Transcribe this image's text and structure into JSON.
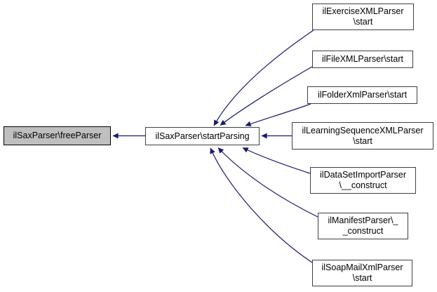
{
  "diagram": {
    "type": "caller-graph",
    "background_color": "#ffffff",
    "edge_color": "#191970",
    "current_node_fill": "#bfbfbf",
    "node_fill": "#ffffff",
    "nodes": [
      {
        "id": "freeParser",
        "label": "ilSaxParser\\freeParser",
        "current": true
      },
      {
        "id": "startParsing",
        "label": "ilSaxParser\\startParsing",
        "current": false
      },
      {
        "id": "exercise",
        "label": "ilExerciseXMLParser\n\\start",
        "current": false
      },
      {
        "id": "file",
        "label": "ilFileXMLParser\\start",
        "current": false
      },
      {
        "id": "folder",
        "label": "ilFolderXmlParser\\start",
        "current": false
      },
      {
        "id": "learningsequence",
        "label": "ilLearningSequenceXMLParser\n\\start",
        "current": false
      },
      {
        "id": "dataset",
        "label": "ilDataSetImportParser\n\\__construct",
        "current": false
      },
      {
        "id": "manifest",
        "label": "ilManifestParser\\_\n_construct",
        "current": false
      },
      {
        "id": "soapmail",
        "label": "ilSoapMailXmlParser\n\\start",
        "current": false
      }
    ],
    "edges": [
      {
        "from": "startParsing",
        "to": "freeParser"
      },
      {
        "from": "exercise",
        "to": "startParsing"
      },
      {
        "from": "file",
        "to": "startParsing"
      },
      {
        "from": "folder",
        "to": "startParsing"
      },
      {
        "from": "learningsequence",
        "to": "startParsing"
      },
      {
        "from": "dataset",
        "to": "startParsing"
      },
      {
        "from": "manifest",
        "to": "startParsing"
      },
      {
        "from": "soapmail",
        "to": "startParsing"
      }
    ]
  }
}
